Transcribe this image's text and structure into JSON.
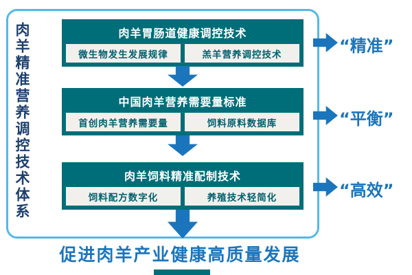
{
  "diagram": {
    "side_title": "肉羊精准营养调控技术体系",
    "blocks": [
      {
        "header": "肉羊胃肠道健康调控技术",
        "items": [
          "微生物发生发展规律",
          "羔羊营养调控技术"
        ],
        "tag": "“精准”"
      },
      {
        "header": "中国肉羊营养需要量标准",
        "items": [
          "首创肉羊营养需要量",
          "饲料原料数据库"
        ],
        "tag": "“平衡”"
      },
      {
        "header": "肉羊饲料精准配制技术",
        "items": [
          "饲料配方数字化",
          "养殖技术轻简化"
        ],
        "tag": "“高效”"
      }
    ],
    "footer": "促进肉羊产业健康高质量发展",
    "colors": {
      "block_teal": "#006e79",
      "item_bg": "#f2f0ed",
      "item_text": "#00606e",
      "arrow_blue": "#1b75bc",
      "frame_border": "#55b8e7",
      "side_title_navy": "#1d3f6d",
      "footer_blue": "#1b75bc"
    }
  }
}
